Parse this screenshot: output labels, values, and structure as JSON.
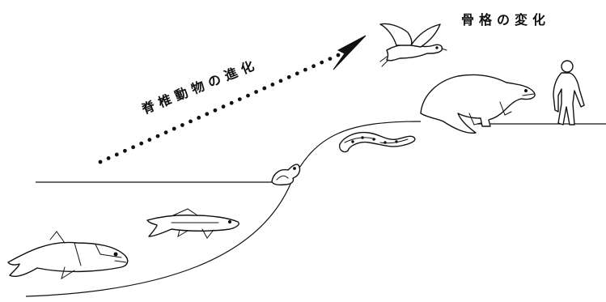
{
  "labels": {
    "skeleton_change": "骨格の変化",
    "vertebrate_evolution": "脊椎動物の進化"
  },
  "figures": [
    {
      "name": "placoderm-fish",
      "icon": "armored-fish-icon"
    },
    {
      "name": "lobe-finned-fish",
      "icon": "fish-icon"
    },
    {
      "name": "frog",
      "icon": "frog-icon"
    },
    {
      "name": "snake",
      "icon": "snake-icon"
    },
    {
      "name": "dinosaur",
      "icon": "dinosaur-icon"
    },
    {
      "name": "bird",
      "icon": "bird-icon"
    },
    {
      "name": "human",
      "icon": "human-icon"
    }
  ],
  "colors": {
    "ink": "#111111",
    "background": "#ffffff"
  }
}
